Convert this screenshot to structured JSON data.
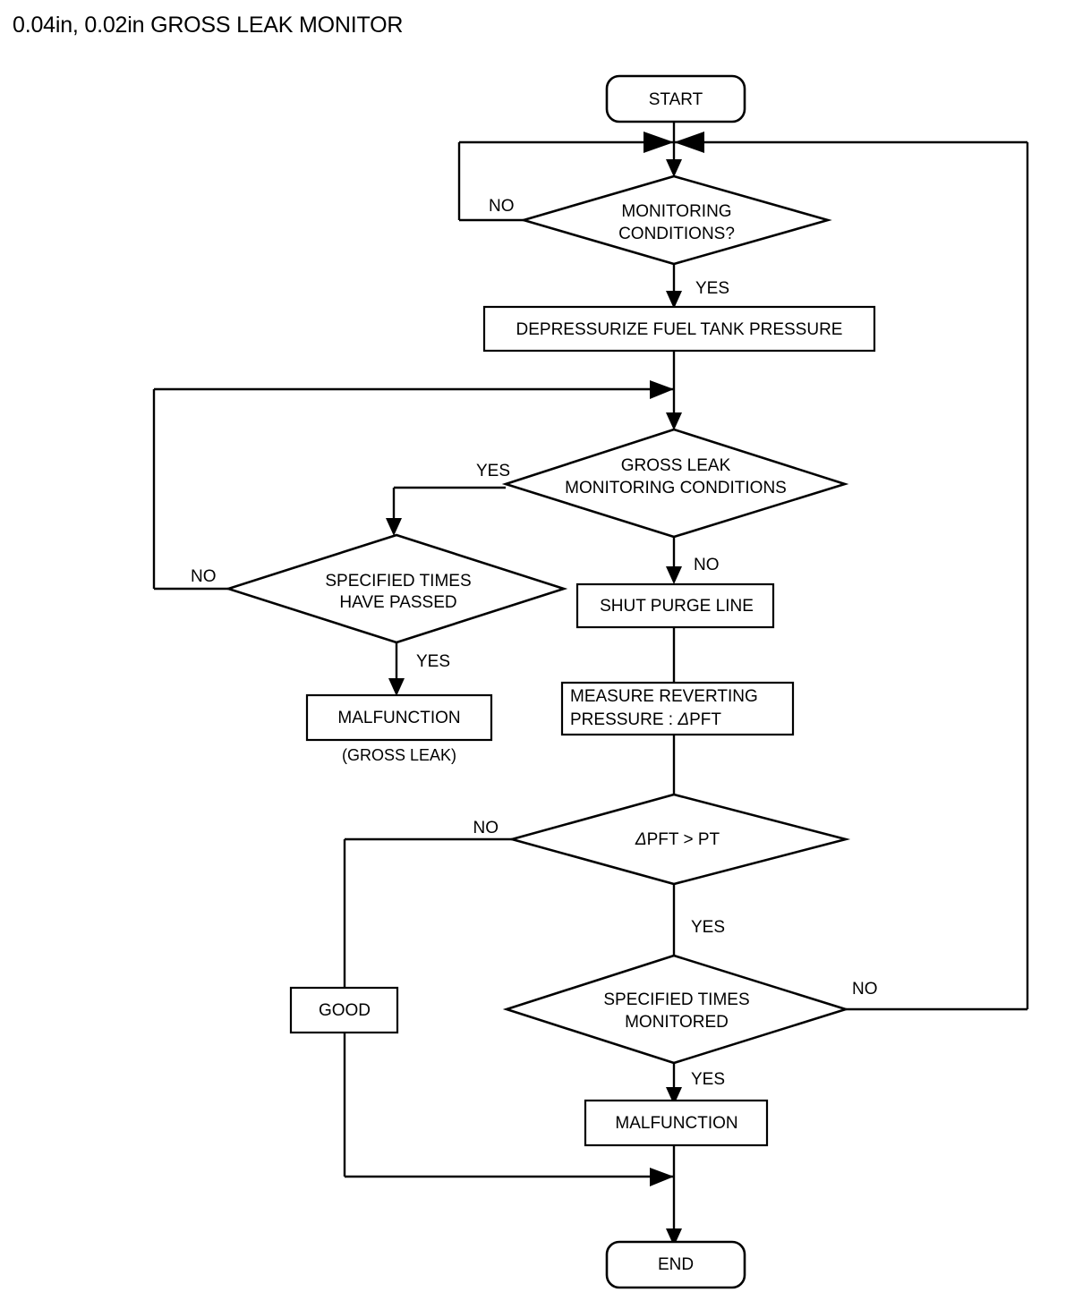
{
  "page": {
    "title": "0.04in, 0.02in GROSS LEAK MONITOR",
    "background_color": "#ffffff",
    "line_color": "#000000"
  },
  "diagram": {
    "type": "flowchart",
    "orientation": "top-to-bottom",
    "nodes": [
      {
        "id": "start",
        "shape": "terminator",
        "label": "START"
      },
      {
        "id": "mon_cond",
        "shape": "decision",
        "label_line1": "MONITORING",
        "label_line2": "CONDITIONS?"
      },
      {
        "id": "depressurize",
        "shape": "process",
        "label": "DEPRESSURIZE FUEL TANK PRESSURE"
      },
      {
        "id": "gross_cond",
        "shape": "decision",
        "label_line1": "GROSS LEAK",
        "label_line2": "MONITORING CONDITIONS"
      },
      {
        "id": "times_passed",
        "shape": "decision",
        "label_line1": "SPECIFIED TIMES",
        "label_line2": "HAVE PASSED"
      },
      {
        "id": "malf_gross",
        "shape": "process",
        "label": "MALFUNCTION",
        "sublabel": "(GROSS LEAK)"
      },
      {
        "id": "shut_purge",
        "shape": "process",
        "label": "SHUT PURGE LINE"
      },
      {
        "id": "measure",
        "shape": "process",
        "label_line1": "MEASURE REVERTING",
        "label_line2_prefix": "PRESSURE : ",
        "label_line2_symbol": "Δ",
        "label_line2_suffix": "PFT"
      },
      {
        "id": "compare",
        "shape": "decision",
        "label_symbol": "Δ",
        "label_rest": "PFT > PT"
      },
      {
        "id": "good",
        "shape": "process",
        "label": "GOOD"
      },
      {
        "id": "times_mon",
        "shape": "decision",
        "label_line1": "SPECIFIED TIMES",
        "label_line2": "MONITORED"
      },
      {
        "id": "malf",
        "shape": "process",
        "label": "MALFUNCTION"
      },
      {
        "id": "end",
        "shape": "terminator",
        "label": "END"
      }
    ],
    "edge_labels": {
      "mon_cond_no": "NO",
      "mon_cond_yes": "YES",
      "gross_cond_yes": "YES",
      "gross_cond_no": "NO",
      "times_passed_no": "NO",
      "times_passed_yes": "YES",
      "compare_no": "NO",
      "compare_yes": "YES",
      "times_mon_no": "NO",
      "times_mon_yes": "YES"
    },
    "edges": [
      {
        "from": "start",
        "to": "mon_cond",
        "label": ""
      },
      {
        "from": "mon_cond",
        "to": "merge_top",
        "label": "NO"
      },
      {
        "from": "mon_cond",
        "to": "depressurize",
        "label": "YES"
      },
      {
        "from": "depressurize",
        "to": "gross_cond",
        "label": ""
      },
      {
        "from": "gross_cond",
        "to": "times_passed",
        "label": "YES"
      },
      {
        "from": "gross_cond",
        "to": "shut_purge",
        "label": "NO"
      },
      {
        "from": "times_passed",
        "to": "gross_cond_join",
        "label": "NO"
      },
      {
        "from": "times_passed",
        "to": "malf_gross",
        "label": "YES"
      },
      {
        "from": "shut_purge",
        "to": "measure",
        "label": ""
      },
      {
        "from": "measure",
        "to": "compare",
        "label": ""
      },
      {
        "from": "compare",
        "to": "good",
        "label": "NO"
      },
      {
        "from": "compare",
        "to": "times_mon",
        "label": "YES"
      },
      {
        "from": "times_mon",
        "to": "merge_top",
        "label": "NO"
      },
      {
        "from": "times_mon",
        "to": "malf",
        "label": "YES"
      },
      {
        "from": "malf",
        "to": "end",
        "label": ""
      },
      {
        "from": "good",
        "to": "end",
        "label": ""
      }
    ]
  }
}
